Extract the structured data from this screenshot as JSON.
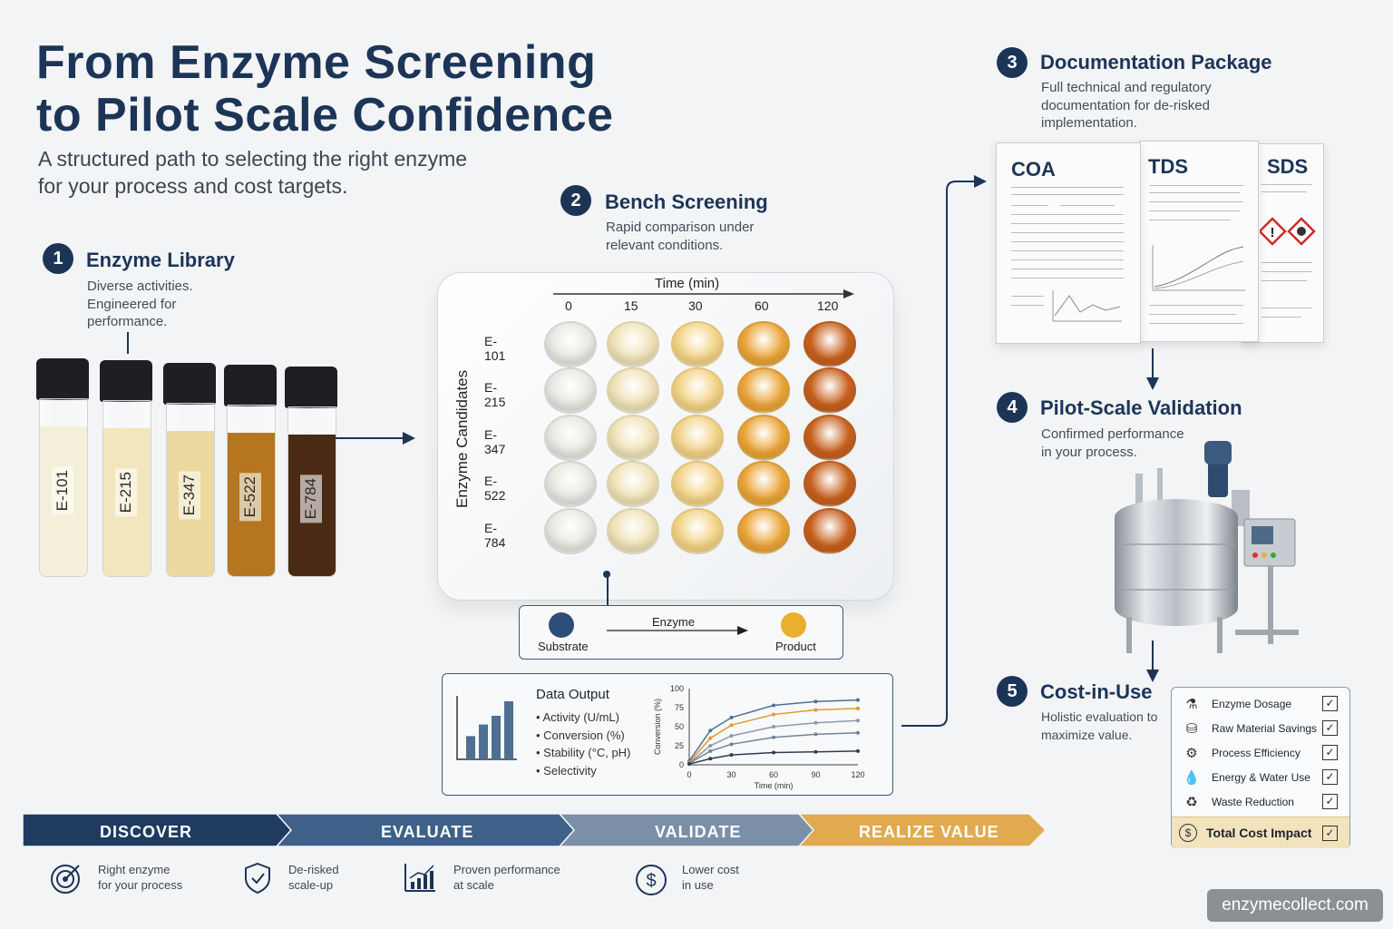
{
  "header": {
    "title_line1": "From Enzyme Screening",
    "title_line2": "to Pilot Scale Confidence",
    "subtitle_line1": "A structured path to selecting the right enzyme",
    "subtitle_line2": "for your process and cost targets."
  },
  "steps": [
    {
      "num": "1",
      "title": "Enzyme Library",
      "desc1": "Diverse activities.",
      "desc2": "Engineered for",
      "desc3": "performance."
    },
    {
      "num": "2",
      "title": "Bench Screening",
      "desc1": "Rapid comparison under",
      "desc2": "relevant conditions."
    },
    {
      "num": "3",
      "title": "Documentation Package",
      "desc1": "Full technical and regulatory",
      "desc2": "documentation for de-risked",
      "desc3": "implementation."
    },
    {
      "num": "4",
      "title": "Pilot-Scale Validation",
      "desc1": "Confirmed performance",
      "desc2": "in your process."
    },
    {
      "num": "5",
      "title": "Cost-in-Use",
      "desc1": "Holistic evaluation to",
      "desc2": "maximize value."
    }
  ],
  "vials": [
    {
      "label": "E-101",
      "color": "#f4efd8"
    },
    {
      "label": "E-215",
      "color": "#f2e6bf"
    },
    {
      "label": "E-347",
      "color": "#ecd9a0"
    },
    {
      "label": "E-522",
      "color": "#b5761f"
    },
    {
      "label": "E-784",
      "color": "#4a2a14"
    }
  ],
  "plate": {
    "time_label": "Time (min)",
    "row_axis_label": "Enzyme Candidates",
    "times": [
      "0",
      "15",
      "30",
      "60",
      "120"
    ],
    "rows": [
      "E-101",
      "E-215",
      "E-347",
      "E-522",
      "E-784"
    ],
    "column_colors": [
      "#e8e7e1",
      "#f0e3b8",
      "#f3d488",
      "#eba63a",
      "#c8621f"
    ]
  },
  "reaction": {
    "substrate": "Substrate",
    "enzyme": "Enzyme",
    "product": "Product",
    "substrate_color": "#2d4e77",
    "product_color": "#e8b02e"
  },
  "data_output": {
    "title": "Data Output",
    "items": [
      "Activity (U/mL)",
      "Conversion (%)",
      "Stability (°C, pH)",
      "Selectivity"
    ],
    "bar_values": [
      4,
      6,
      7.5,
      10
    ]
  },
  "chart_data": {
    "type": "line",
    "xlabel": "Time (min)",
    "ylabel": "Conversion (%)",
    "x": [
      0,
      15,
      30,
      60,
      90,
      120
    ],
    "xticks": [
      "0",
      "30",
      "60",
      "90",
      "120"
    ],
    "yticks": [
      "0",
      "25",
      "50",
      "75",
      "100"
    ],
    "xlim": [
      0,
      120
    ],
    "ylim": [
      0,
      100
    ],
    "series": [
      {
        "color": "#4f7093",
        "values": [
          5,
          45,
          62,
          78,
          83,
          85
        ]
      },
      {
        "color": "#e09a2c",
        "values": [
          3,
          35,
          52,
          66,
          72,
          74
        ]
      },
      {
        "color": "#8a9aab",
        "values": [
          2,
          25,
          38,
          50,
          55,
          58
        ]
      },
      {
        "color": "#6f8399",
        "values": [
          2,
          18,
          27,
          36,
          40,
          42
        ]
      },
      {
        "color": "#2f3d4f",
        "values": [
          1,
          8,
          13,
          16,
          17,
          18
        ]
      }
    ]
  },
  "documents": [
    {
      "title": "COA"
    },
    {
      "title": "TDS"
    },
    {
      "title": "SDS"
    }
  ],
  "cost_items": [
    {
      "label": "Enzyme Dosage",
      "icon": "flask-icon"
    },
    {
      "label": "Raw Material Savings",
      "icon": "coins-icon"
    },
    {
      "label": "Process Efficiency",
      "icon": "gear-icon"
    },
    {
      "label": "Energy & Water Use",
      "icon": "drop-icon"
    },
    {
      "label": "Waste Reduction",
      "icon": "recycle-icon"
    }
  ],
  "cost_total": {
    "label": "Total Cost Impact",
    "icon": "dollar-icon"
  },
  "phases": [
    "DISCOVER",
    "EVALUATE",
    "VALIDATE",
    "REALIZE VALUE"
  ],
  "phase_colors": [
    "#1f3b60",
    "#3f6088",
    "#7b90a8",
    "#e1aa4e"
  ],
  "benefits": [
    {
      "line1": "Right enzyme",
      "line2": "for your process",
      "icon": "target-icon"
    },
    {
      "line1": "De-risked",
      "line2": "scale-up",
      "icon": "shield-check-icon"
    },
    {
      "line1": "Proven performance",
      "line2": "at scale",
      "icon": "growth-chart-icon"
    },
    {
      "line1": "Lower cost",
      "line2": "in use",
      "icon": "dollar-icon"
    }
  ],
  "watermark": "enzymecollect.com"
}
